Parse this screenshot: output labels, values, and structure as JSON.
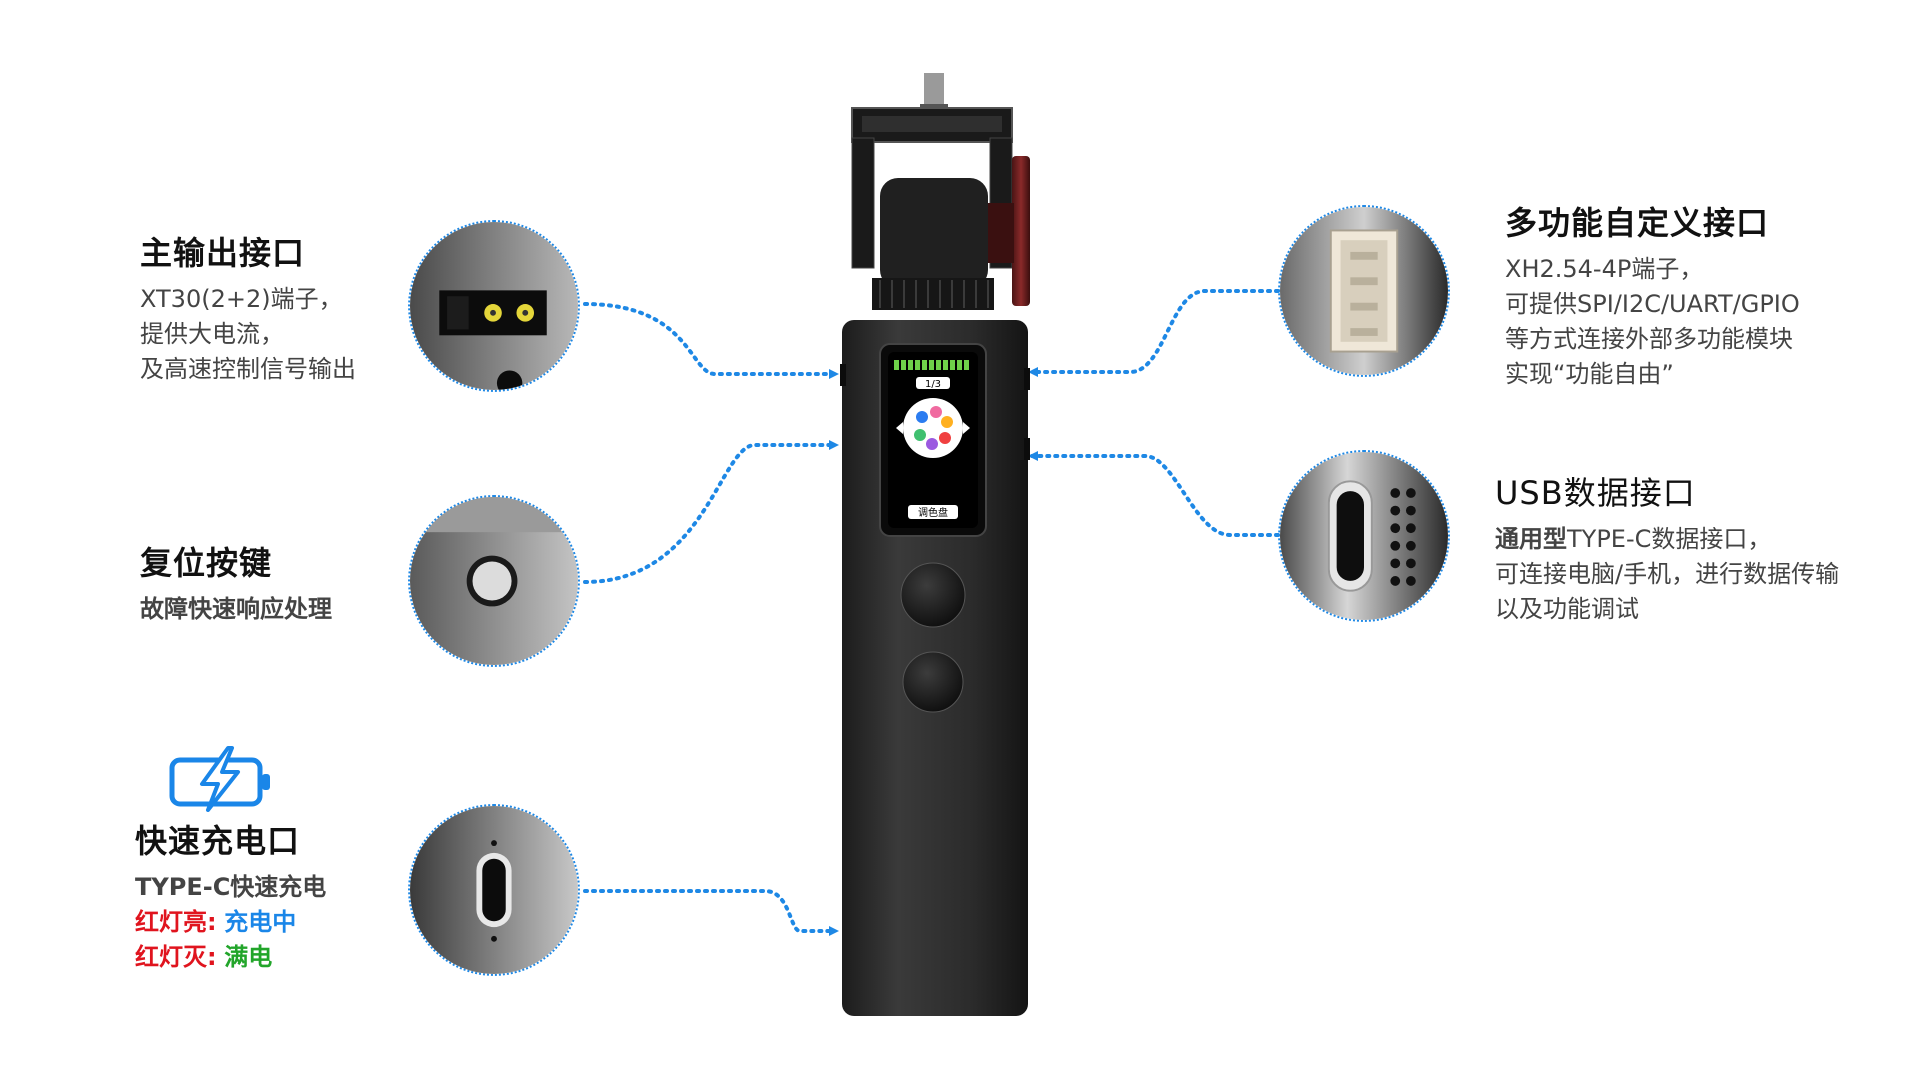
{
  "callouts": {
    "main_output": {
      "title": "主输出接口",
      "lines": [
        "XT30(2+2)端子，",
        "提供大电流，",
        "及高速控制信号输出"
      ]
    },
    "reset": {
      "title": "复位按键",
      "lines": [
        "故障快速响应处理"
      ]
    },
    "fast_charge": {
      "title": "快速充电口",
      "line1": "TYPE-C快速充电",
      "red_on_label": "红灯亮:",
      "red_on_state": "充电中",
      "red_off_label": "红灯灭:",
      "red_off_state": "满电"
    },
    "multi_port": {
      "title": "多功能自定义接口",
      "lines": [
        "XH2.54-4P端子，",
        "可提供SPI/I2C/UART/GPIO",
        "等方式连接外部多功能模块",
        "实现“功能自由”"
      ]
    },
    "usb": {
      "title": "USB数据接口",
      "bold_prefix": "通用型",
      "line1_rest": "TYPE-C数据接口，",
      "lines": [
        "可连接电脑/手机，进行数据传输",
        "以及功能调试"
      ]
    }
  },
  "screen": {
    "page_indicator": "1/3",
    "label": "调色盘"
  },
  "colors": {
    "accent_blue": "#1e88e5",
    "red": "#e0141e",
    "green": "#22a52a",
    "battery_green": "#6fd14a",
    "device_body": "#2a2a2a"
  },
  "icons": {
    "charge": "battery-bolt-icon",
    "arrow": "arrow-right-icon"
  }
}
